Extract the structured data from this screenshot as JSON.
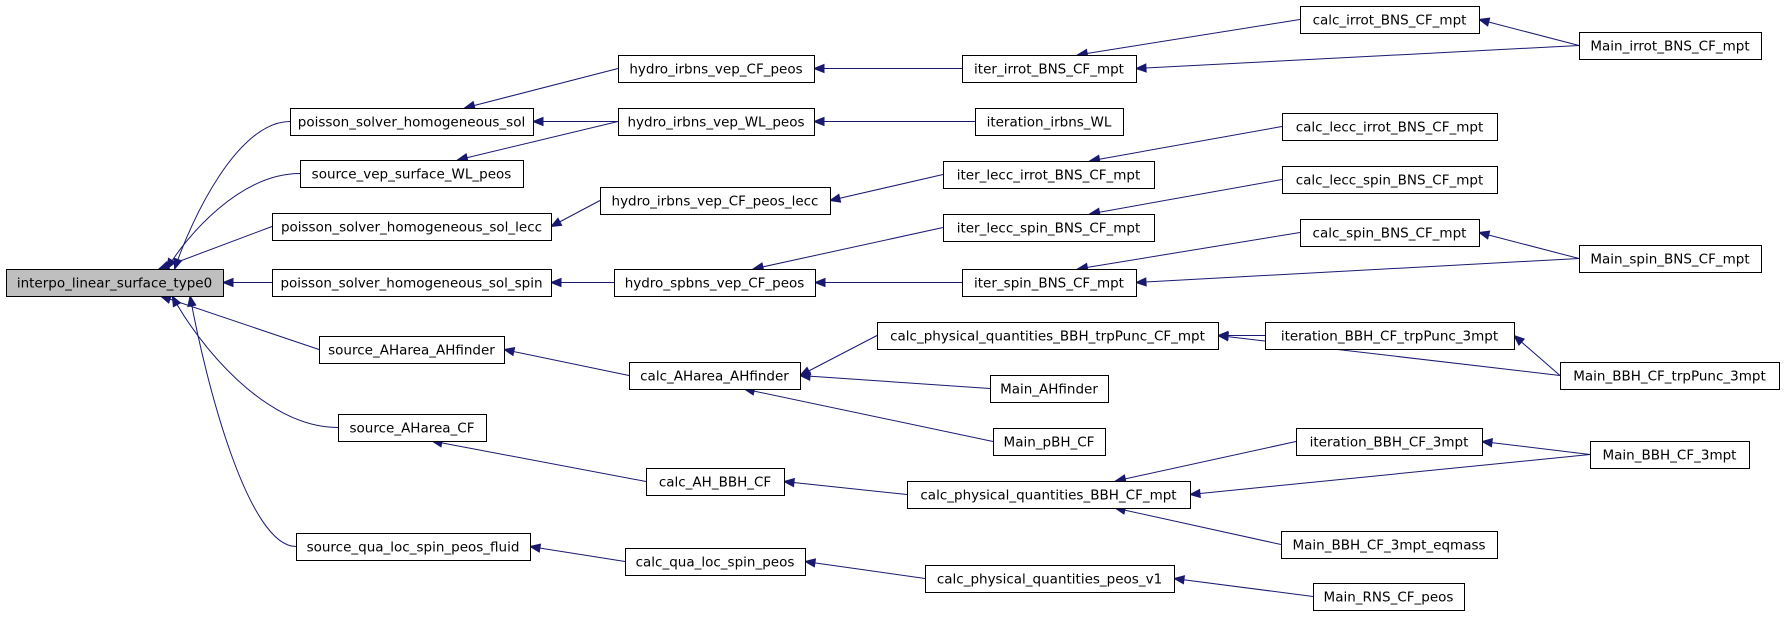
{
  "graph": {
    "type": "caller-graph",
    "colors": {
      "edge": "#191970",
      "root_fill": "#bfbfbf",
      "node_fill": "#ffffff",
      "border": "#000000"
    },
    "nodes": [
      {
        "id": "interpo",
        "label": "interpo_linear_surface_type0",
        "root": true
      },
      {
        "id": "pshs",
        "label": "poisson_solver_homogeneous_sol"
      },
      {
        "id": "svswl",
        "label": "source_vep_surface_WL_peos"
      },
      {
        "id": "pshsl",
        "label": "poisson_solver_homogeneous_sol_lecc"
      },
      {
        "id": "pshss",
        "label": "poisson_solver_homogeneous_sol_spin"
      },
      {
        "id": "saah",
        "label": "source_AHarea_AHfinder"
      },
      {
        "id": "sacf",
        "label": "source_AHarea_CF"
      },
      {
        "id": "sqlspf",
        "label": "source_qua_loc_spin_peos_fluid"
      },
      {
        "id": "hivcp",
        "label": "hydro_irbns_vep_CF_peos"
      },
      {
        "id": "hivwp",
        "label": "hydro_irbns_vep_WL_peos"
      },
      {
        "id": "hivcpl",
        "label": "hydro_irbns_vep_CF_peos_lecc"
      },
      {
        "id": "hsvcp",
        "label": "hydro_spbns_vep_CF_peos"
      },
      {
        "id": "caah",
        "label": "calc_AHarea_AHfinder"
      },
      {
        "id": "cabbh",
        "label": "calc_AH_BBH_CF"
      },
      {
        "id": "cqlsp",
        "label": "calc_qua_loc_spin_peos"
      },
      {
        "id": "iibcm",
        "label": "iter_irrot_BNS_CF_mpt"
      },
      {
        "id": "iiwl",
        "label": "iteration_irbns_WL"
      },
      {
        "id": "ilibcm",
        "label": "iter_lecc_irrot_BNS_CF_mpt"
      },
      {
        "id": "ilsbcm",
        "label": "iter_lecc_spin_BNS_CF_mpt"
      },
      {
        "id": "isbcm",
        "label": "iter_spin_BNS_CF_mpt"
      },
      {
        "id": "cpqbtcm",
        "label": "calc_physical_quantities_BBH_trpPunc_CF_mpt"
      },
      {
        "id": "mah",
        "label": "Main_AHfinder"
      },
      {
        "id": "mpbh",
        "label": "Main_pBH_CF"
      },
      {
        "id": "cpqbcm",
        "label": "calc_physical_quantities_BBH_CF_mpt"
      },
      {
        "id": "cpqpv1",
        "label": "calc_physical_quantities_peos_v1"
      },
      {
        "id": "cibcm",
        "label": "calc_irrot_BNS_CF_mpt"
      },
      {
        "id": "clibcm",
        "label": "calc_lecc_irrot_BNS_CF_mpt"
      },
      {
        "id": "clsbcm",
        "label": "calc_lecc_spin_BNS_CF_mpt"
      },
      {
        "id": "csbcm",
        "label": "calc_spin_BNS_CF_mpt"
      },
      {
        "id": "ibctp3",
        "label": "iteration_BBH_CF_trpPunc_3mpt"
      },
      {
        "id": "ibc3",
        "label": "iteration_BBH_CF_3mpt"
      },
      {
        "id": "mbc3e",
        "label": "Main_BBH_CF_3mpt_eqmass"
      },
      {
        "id": "mrcp",
        "label": "Main_RNS_CF_peos"
      },
      {
        "id": "mibcm",
        "label": "Main_irrot_BNS_CF_mpt"
      },
      {
        "id": "msbcm",
        "label": "Main_spin_BNS_CF_mpt"
      },
      {
        "id": "mbctp3",
        "label": "Main_BBH_CF_trpPunc_3mpt"
      },
      {
        "id": "mbc3",
        "label": "Main_BBH_CF_3mpt"
      }
    ],
    "edges": [
      [
        "pshs",
        "interpo"
      ],
      [
        "svswl",
        "interpo"
      ],
      [
        "pshsl",
        "interpo"
      ],
      [
        "pshss",
        "interpo"
      ],
      [
        "saah",
        "interpo"
      ],
      [
        "sacf",
        "interpo"
      ],
      [
        "sqlspf",
        "interpo"
      ],
      [
        "hivcp",
        "pshs"
      ],
      [
        "hivwp",
        "pshs"
      ],
      [
        "hivwp",
        "svswl"
      ],
      [
        "hivcpl",
        "pshsl"
      ],
      [
        "hsvcp",
        "pshss"
      ],
      [
        "caah",
        "saah"
      ],
      [
        "cabbh",
        "sacf"
      ],
      [
        "cqlsp",
        "sqlspf"
      ],
      [
        "iibcm",
        "hivcp"
      ],
      [
        "iiwl",
        "hivwp"
      ],
      [
        "ilibcm",
        "hivcpl"
      ],
      [
        "ilsbcm",
        "hsvcp"
      ],
      [
        "isbcm",
        "hsvcp"
      ],
      [
        "cpqbtcm",
        "caah"
      ],
      [
        "mah",
        "caah"
      ],
      [
        "mpbh",
        "caah"
      ],
      [
        "cpqbcm",
        "cabbh"
      ],
      [
        "cpqpv1",
        "cqlsp"
      ],
      [
        "cibcm",
        "iibcm"
      ],
      [
        "mibcm",
        "iibcm"
      ],
      [
        "clibcm",
        "ilibcm"
      ],
      [
        "clsbcm",
        "ilsbcm"
      ],
      [
        "csbcm",
        "isbcm"
      ],
      [
        "msbcm",
        "isbcm"
      ],
      [
        "ibctp3",
        "cpqbtcm"
      ],
      [
        "mbctp3",
        "cpqbtcm"
      ],
      [
        "ibc3",
        "cpqbcm"
      ],
      [
        "mbc3",
        "cpqbcm"
      ],
      [
        "mbc3e",
        "cpqbcm"
      ],
      [
        "mrcp",
        "cpqpv1"
      ],
      [
        "mibcm",
        "cibcm"
      ],
      [
        "msbcm",
        "csbcm"
      ],
      [
        "mbctp3",
        "ibctp3"
      ],
      [
        "mbc3",
        "ibc3"
      ]
    ]
  }
}
